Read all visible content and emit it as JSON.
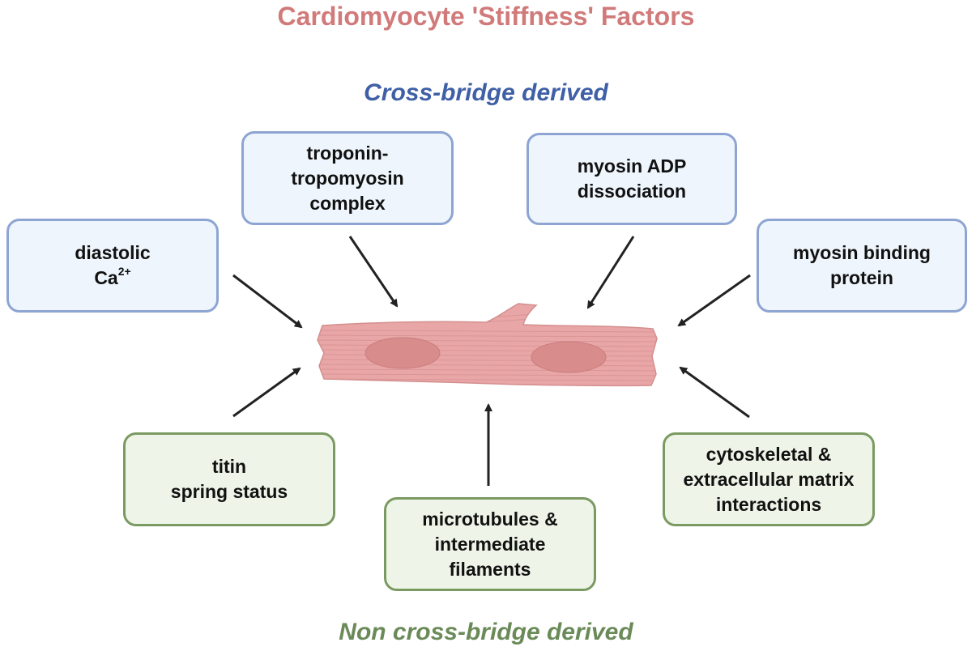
{
  "title": "Cardiomyocyte 'Stiffness' Factors",
  "sections": {
    "cross_bridge": "Cross-bridge derived",
    "non_cross_bridge": "Non cross-bridge derived"
  },
  "colors": {
    "title": "#d17a7a",
    "cross_bridge_text": "#3f5fa6",
    "non_cross_bridge_text": "#6a8a58",
    "blue_box_fill": "#eef5fc",
    "blue_box_border": "#8ea4d2",
    "green_box_fill": "#eef5e8",
    "green_box_border": "#7a9a62",
    "arrow": "#222222",
    "cell_fill": "#e9a6a6",
    "cell_nucleus": "#d98c8c"
  },
  "factors": {
    "diastolic_ca": {
      "line1": "diastolic",
      "line2_base": "Ca",
      "line2_sup": "2+"
    },
    "troponin": {
      "lines": [
        "troponin-",
        "tropomyosin",
        "complex"
      ]
    },
    "myosin_adp": {
      "lines": [
        "myosin ADP",
        "dissociation"
      ]
    },
    "myosin_binding": {
      "lines": [
        "myosin binding",
        "protein"
      ]
    },
    "titin": {
      "lines": [
        "titin",
        "spring status"
      ]
    },
    "microtubules": {
      "lines": [
        "microtubules &",
        "intermediate",
        "filaments"
      ]
    },
    "cytoskeletal": {
      "lines": [
        "cytoskeletal &",
        "extracellular matrix",
        "interactions"
      ]
    }
  }
}
